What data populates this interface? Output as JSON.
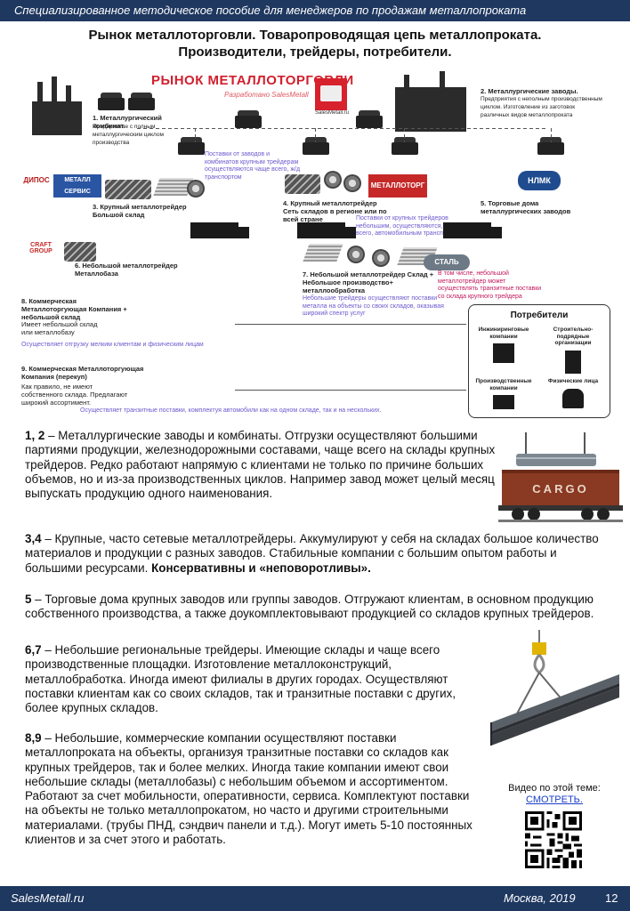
{
  "header": {
    "subtitle": "Специализированное методическое  пособие для менеджеров по продажам металлопроката"
  },
  "title": {
    "line1": "Рынок металлоторговли. Товаропроводящая цепь металлопроката.",
    "line2": "Производители, трейдеры, потребители."
  },
  "diagram": {
    "brand": "РЫНОК МЕТАЛЛОТОРГОВЛИ",
    "brand_sub": "Разработано SalesMetall",
    "brand_logo_caption": "SalesMetall.ru",
    "n1_title": "1. Металлургический комбинат.",
    "n1_text": "Предприятие с полным металлургическим циклом производства",
    "n2_title": "2. Металлургические заводы.",
    "n2_text": "Предприятия с неполным производственным циклом. Изготовление из заготовок различных видов металлопроката",
    "n3": "3. Крупный металлотрейдер Большой склад",
    "n4": "4. Крупный металлотрейдер Сеть складов в регионе или по всей стране",
    "n5": "5. Торговые дома металлургических заводов",
    "n6": "6. Небольшой металлотрейдер Металлобаза",
    "n7": "7. Небольшой металлотрейдер Склад + Небольшое производство+ металлообработка",
    "n8_title": "8. Коммерческая Металлоторгующая Компания + небольшой склад",
    "n8_text": "Имеет небольшой склад или металлобазу",
    "n9_title": "9. Коммерческая Металлоторгующая Компания (перекуп)",
    "n9_text": "Как правило, не имеют собственного склада. Предлагают широкий ассортимент.",
    "note_rail": "Поставки от заводов и комбинатов крупным трейдерам осуществляются чаще всего, ж/д транспортом",
    "note_big": "Поставки от крупных трейдеров небольшим, осуществляются, чаще всего, автомобильным транспортом",
    "note_small": "Небольшие трейдеры осуществляют поставки металла на объекты со своих складов, оказывая широкий спектр услуг",
    "note_red": "В том числе, небольшой металлотрейдер может осуществлять транзитные поставки со склада крупного трейдера",
    "note_8": "Осуществляет отгрузку мелким клиентам и физическим лицам",
    "note_9": "Осуществляет транзитные поставки, комплектуя автомобили как на одном складе, так и на нескольких.",
    "logo_dipos": "ДИПОС",
    "logo_metallservis": "МЕТАЛЛ СЕРВИС",
    "logo_craft": "CRAFT GROUP",
    "logo_metallotorg": "МЕТАЛЛОТОРГ",
    "logo_nlmk": "НЛМК",
    "logo_stalb": "СТАЛЬ",
    "consumers": {
      "title": "Потребители",
      "c1": "Инжиниринговые компании",
      "c2": "Строительно- подрядные организации",
      "c3": "Производственные компании",
      "c4": "Физические лица"
    }
  },
  "body": {
    "p1_num": "1, 2",
    "p1": " – Металлургические заводы и комбинаты. Отгрузки осуществляют большими партиями продукции, железнодорожными составами, чаще всего на склады крупных трейдеров.  Редко работают напрямую с клиентами не только по причине больших объемов, но и из-за производственных циклов. Например завод может целый месяц выпускать продукцию одного наименования.",
    "p2_num": "3,4",
    "p2": " – Крупные, часто сетевые металлотрейдеры. Аккумулируют у себя на складах большое количество материалов  и продукции с разных заводов.  Стабильные компании с большим опытом работы и большими ресурсами. ",
    "p2_bold": "Консервативны и «неповоротливы».",
    "p3_num": "5",
    "p3": " – Торговые дома крупных заводов или группы заводов. Отгружают клиентам, в основном продукцию собственного производства, а также доукомплектовывают продукцией со складов крупных трейдеров.",
    "p4_num": "6,7",
    "p4": " – Небольшие региональные трейдеры. Имеющие склады и чаще всего производственные площадки. Изготовление металлоконструкций, металлобработка. Иногда имеют филиалы в других городах. Осуществляют поставки клиентам как со своих складов, так и транзитные поставки с других, более крупных складов.",
    "p5_num": "8,9",
    "p5": " – Небольшие, коммерческие компании осуществляют поставки металлопроката на объекты, организуя транзитные поставки со складов как крупных трейдеров, так и более мелких.  Иногда такие компании имеют свои небольшие склады (металлобазы)  с небольшим объемом и ассортиментом.  Работают за счет мобильности, оперативности, сервиса.  Комплектуют поставки на объекты не только металлопрокатом, но часто и другими строительными материалами. (трубы ПНД, сэндвич панели и т.д.).  Могут иметь 5-10 постоянных клиентов и за счет этого и работать."
  },
  "side": {
    "cargo_label": "CARGO",
    "video_caption": "Видео по этой теме:",
    "video_link": "СМОТРЕТЬ."
  },
  "footer": {
    "site": "SalesMetall.ru",
    "city_year": "Москва, 2019",
    "page": "12"
  }
}
